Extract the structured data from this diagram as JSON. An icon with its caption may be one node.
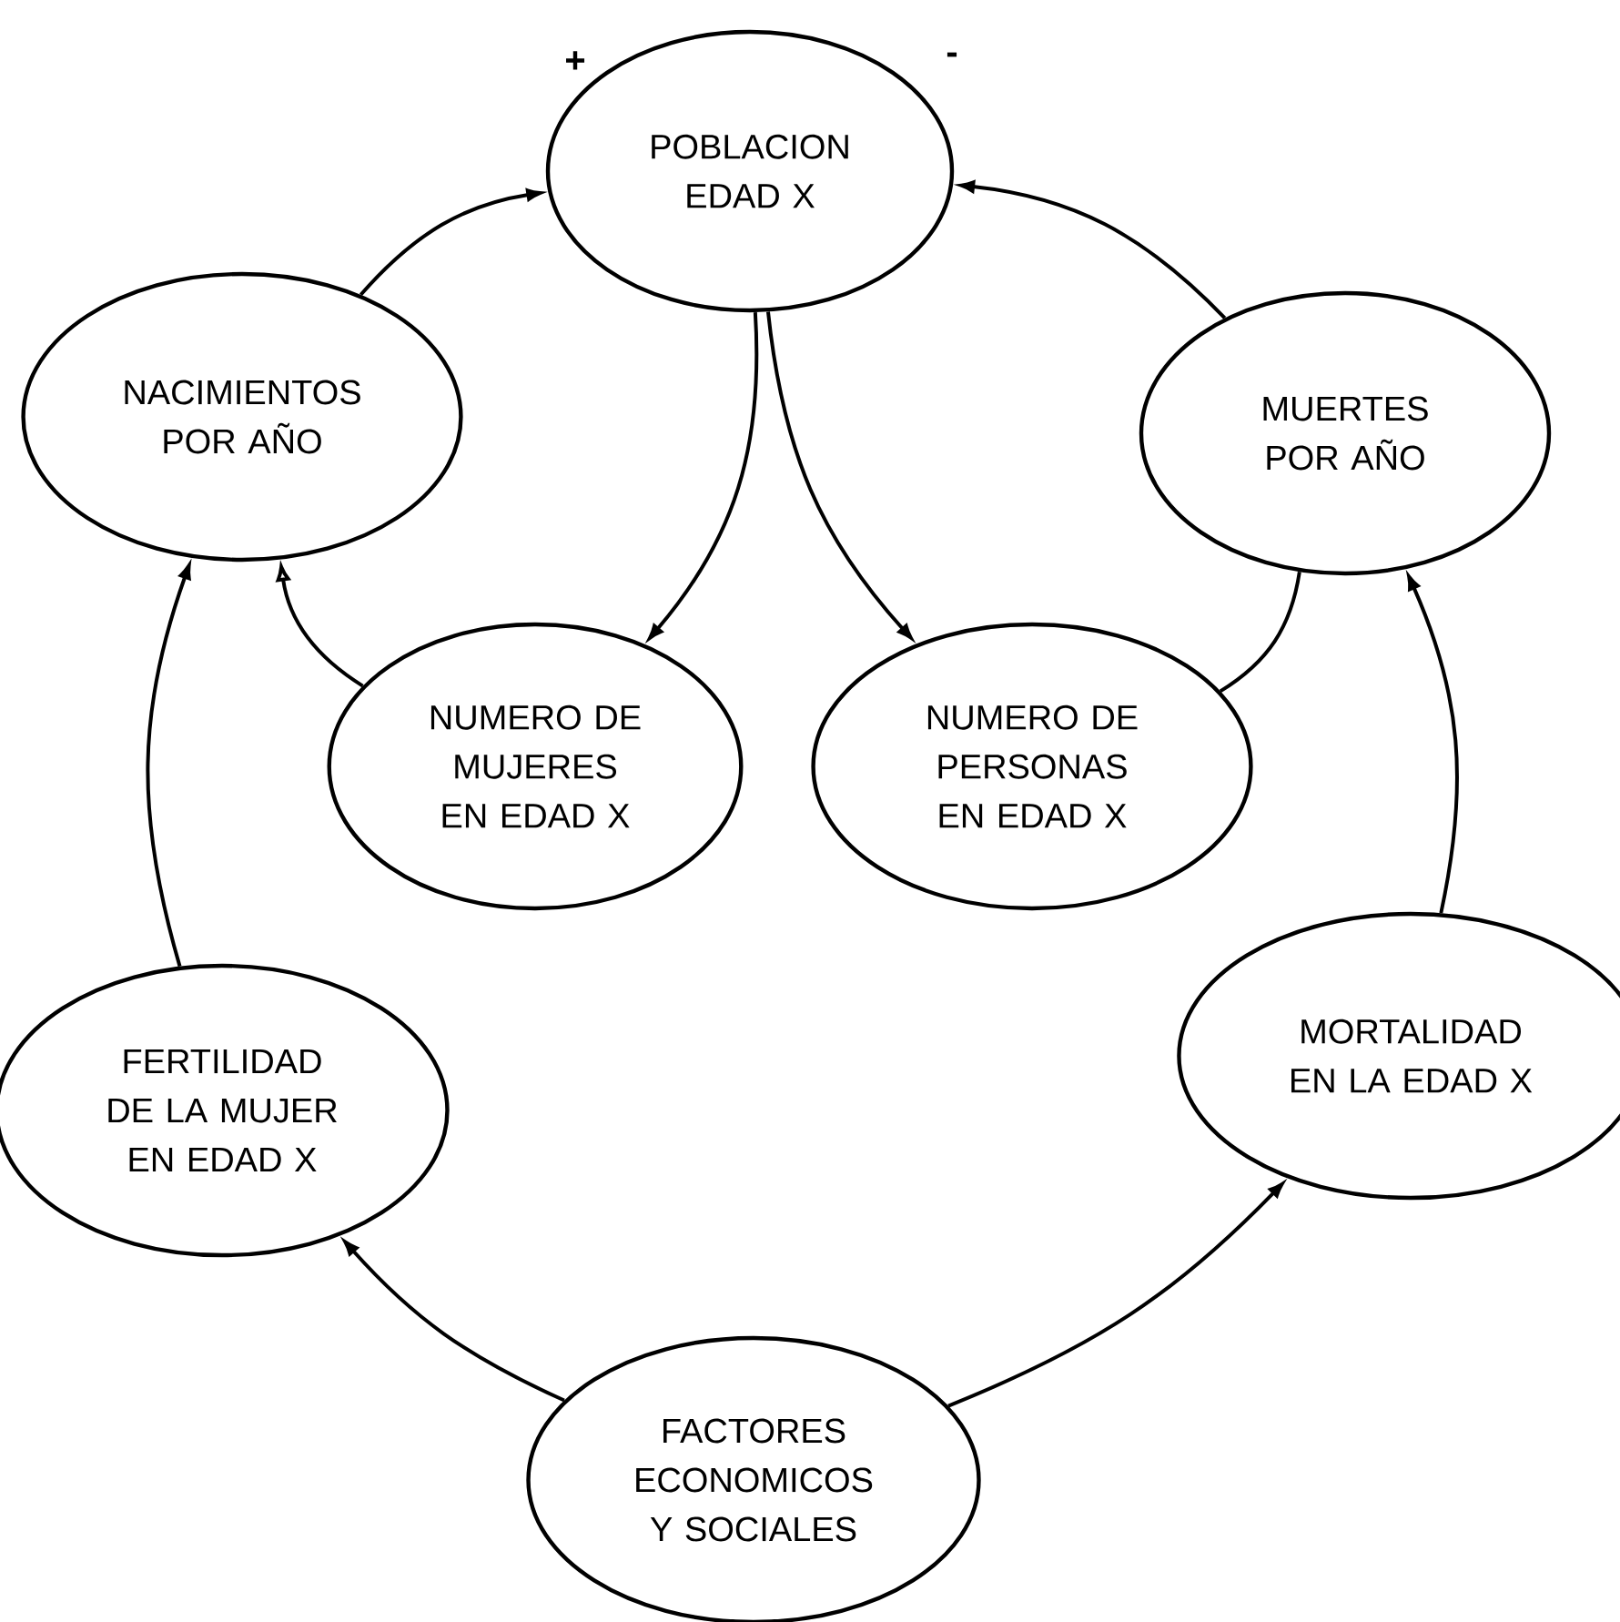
{
  "diagram": {
    "nodes": [
      {
        "text": [
          "POBLACION EDAD X"
        ]
      },
      {
        "text": [
          "NACIMIENTOS POR AÑO"
        ]
      },
      {
        "text": [
          "MUERTES POR AÑO"
        ]
      },
      {
        "text": [
          "NUMERO DE MUJERES EN EDAD X"
        ]
      },
      {
        "text": [
          "NUMERO DE PERSONAS EN EDAD X"
        ]
      },
      {
        "text": [
          "FERTILIDAD DE LA MUJER EN EDAD X"
        ]
      },
      {
        "text": [
          "MORTALIDAD EN LA EDAD X"
        ]
      },
      {
        "text": [
          "FACTORES ECONOMICOS Y SOCIALES"
        ]
      }
    ],
    "edges": [
      {
        "from": 1,
        "to": 0,
        "arrow": "to"
      },
      {
        "from": 2,
        "to": 0,
        "arrow": "to"
      },
      {
        "from": 0,
        "to": 3,
        "arrow": "to"
      },
      {
        "from": 0,
        "to": 4,
        "arrow": "to"
      },
      {
        "from": 3,
        "to": 1,
        "arrow": "to"
      },
      {
        "from": 4,
        "to": 2,
        "arrow": "none"
      },
      {
        "from": 5,
        "to": 1,
        "arrow": "to"
      },
      {
        "from": 6,
        "to": 2,
        "arrow": "to"
      },
      {
        "from": 7,
        "to": 5,
        "arrow": "to"
      },
      {
        "from": 7,
        "to": 6,
        "arrow": "to"
      }
    ],
    "labels": [
      "+",
      "-"
    ]
  }
}
